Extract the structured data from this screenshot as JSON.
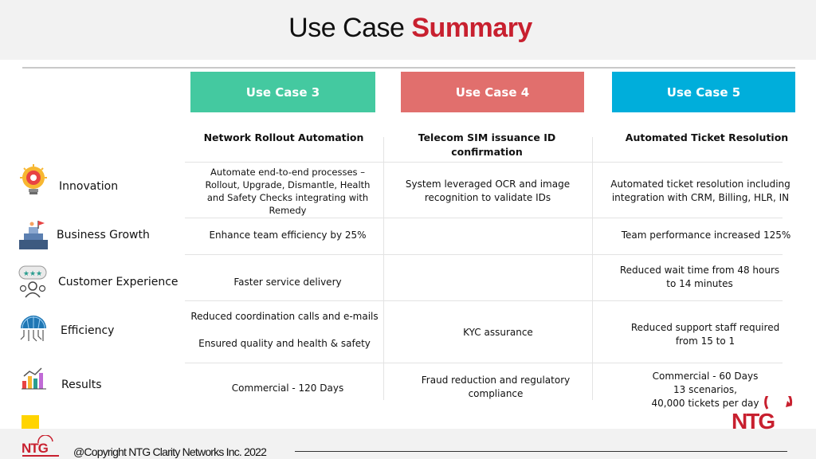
{
  "title": {
    "prefix": "Use Case",
    "highlight": "Summary"
  },
  "use_cases": [
    {
      "label": "Use Case 3",
      "name": "Network Rollout Automation",
      "color": "#44c9a0"
    },
    {
      "label": "Use Case 4",
      "name": "Telecom SIM issuance ID confirmation",
      "color": "#e16f6d"
    },
    {
      "label": "Use Case 5",
      "name": "Automated Ticket Resolution",
      "color": "#00aedb"
    }
  ],
  "rows": [
    {
      "label": "Innovation",
      "icon": "lightbulb-gear-icon",
      "cells": [
        "Automate end-to-end processes – Rollout, Upgrade, Dismantle, Health and Safety Checks integrating with Remedy",
        "System leveraged OCR and image recognition to validate IDs",
        "Automated ticket resolution including integration with CRM, Billing, HLR, IN"
      ]
    },
    {
      "label": "Business Growth",
      "icon": "summit-flag-icon",
      "cells": [
        "Enhance team efficiency by 25%",
        "",
        "Team performance increased 125%"
      ]
    },
    {
      "label": "Customer Experience",
      "icon": "customer-rating-icon",
      "cells": [
        "Faster service delivery",
        "",
        "Reduced wait time from 48 hours to 14 minutes"
      ]
    },
    {
      "label": "Efficiency",
      "icon": "network-globe-icon",
      "cells": [
        "Reduced coordination calls and e-mails",
        "Ensured quality and health & safety"
      ],
      "cells_other": [
        "KYC assurance",
        "Reduced support staff required from 15 to 1"
      ]
    },
    {
      "label": "Results",
      "icon": "bar-chart-icon",
      "cells": [
        "Commercial - 120 Days",
        "Fraud reduction and regulatory compliance"
      ],
      "res5": [
        "Commercial - 60 Days",
        "13 scenarios,",
        "40,000 tickets per day"
      ]
    }
  ],
  "copyright": "@Copyright NTG Clarity Networks Inc. 2022",
  "logo_text": "NTG",
  "footer_logo_text": "NTG",
  "colors": {
    "accent_red": "#c8202f",
    "uc3": "#44c9a0",
    "uc4": "#e16f6d",
    "uc5": "#00aedb"
  }
}
